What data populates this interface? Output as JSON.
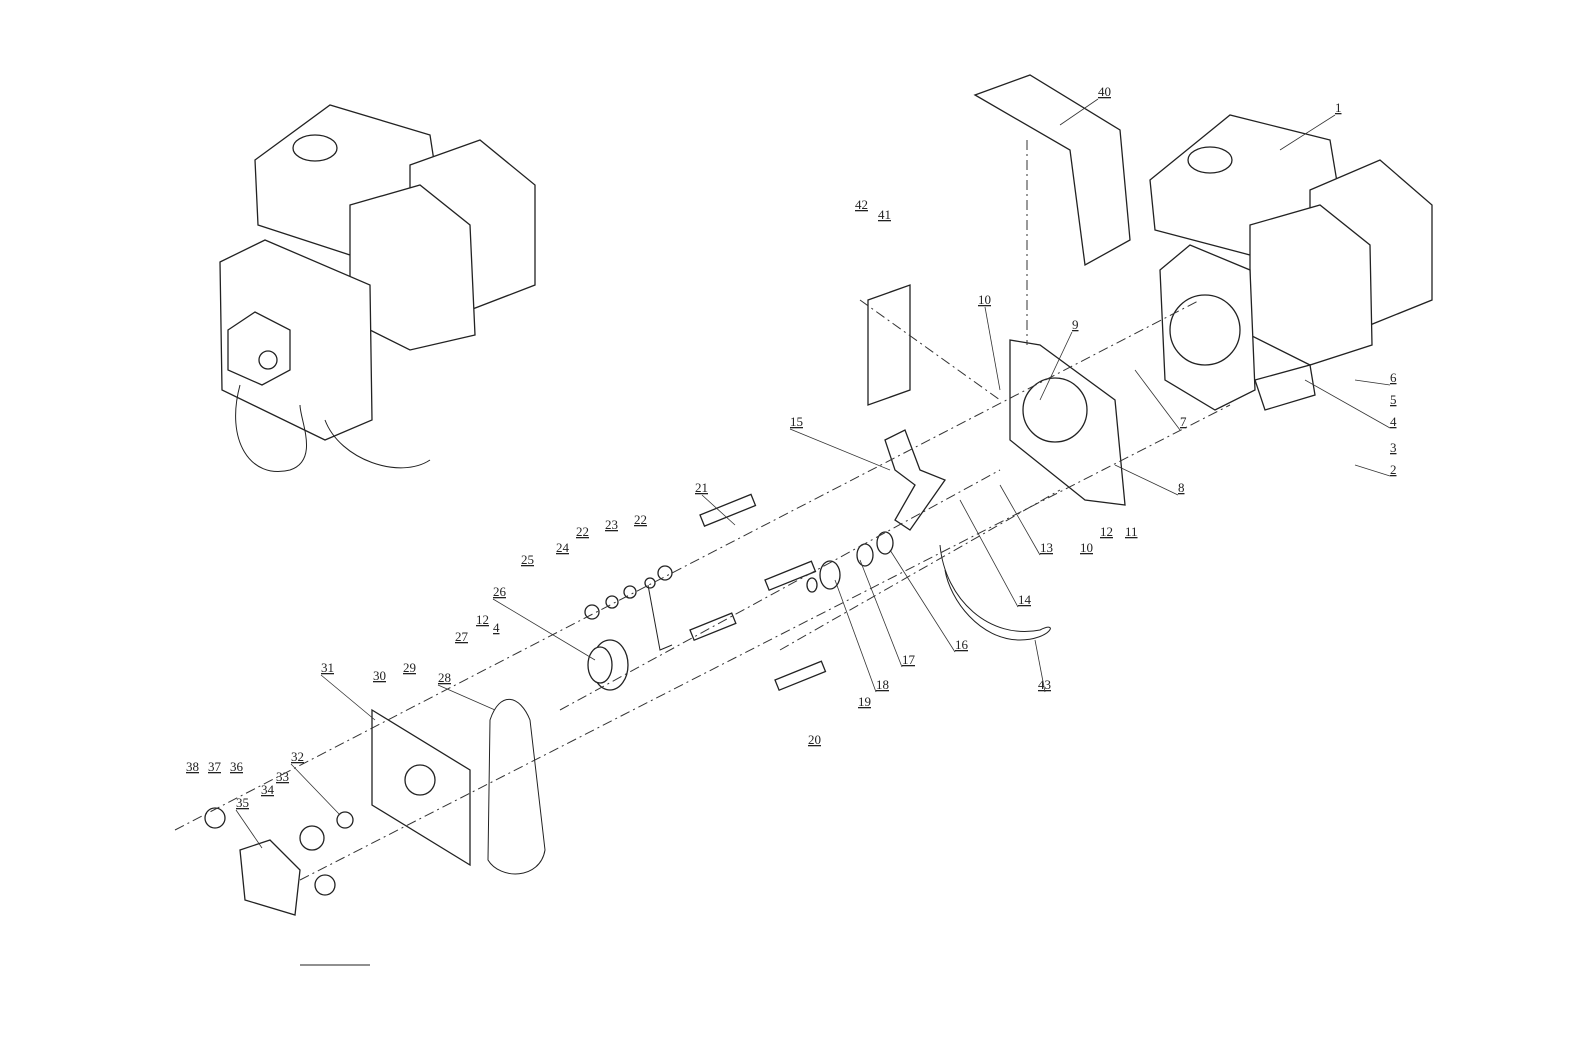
{
  "title": "Engine drive assembly exploded view",
  "callouts": [
    "1",
    "2",
    "3",
    "4",
    "5",
    "6",
    "7",
    "8",
    "9",
    "10",
    "10",
    "11",
    "12",
    "12",
    "13",
    "14",
    "15",
    "16",
    "17",
    "18",
    "19",
    "20",
    "21",
    "22",
    "22",
    "23",
    "24",
    "25",
    "26",
    "27",
    "28",
    "29",
    "30",
    "31",
    "32",
    "33",
    "34",
    "35",
    "36",
    "37",
    "38",
    "4",
    "40",
    "41",
    "42",
    "43"
  ]
}
